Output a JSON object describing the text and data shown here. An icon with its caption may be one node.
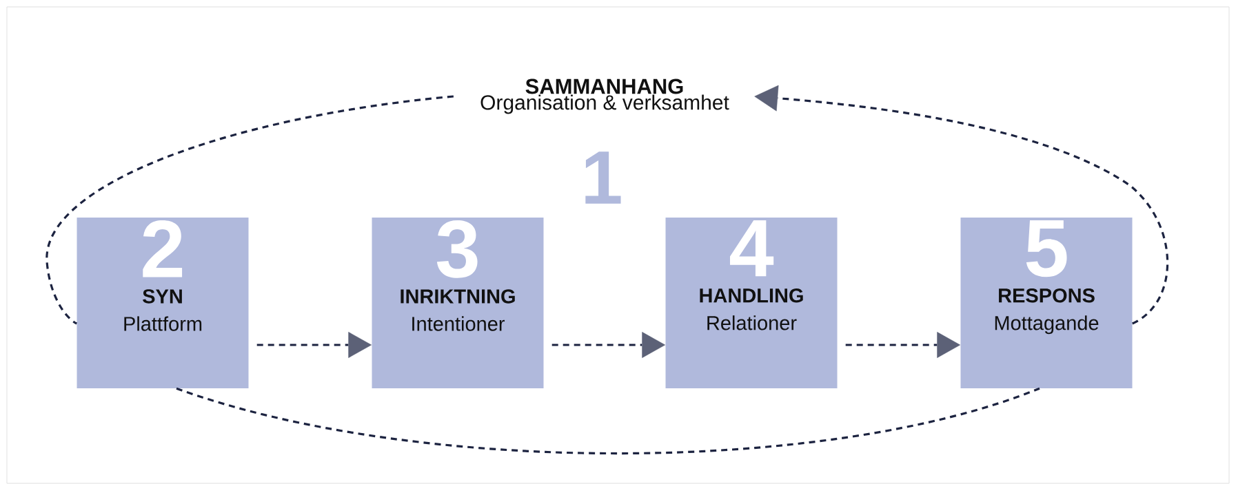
{
  "diagram": {
    "nodes": [
      {
        "text": [
          "SAMMANHANG",
          "Organisation & verksamhet"
        ]
      },
      {
        "text": [
          "2",
          "SYN",
          "Plattform"
        ]
      },
      {
        "text": [
          "3",
          "INRIKTNING",
          "Intentioner"
        ]
      },
      {
        "text": [
          "4",
          "HANDLING",
          "Relationer"
        ]
      },
      {
        "text": [
          "5",
          "RESPONS",
          "Mottagande"
        ]
      }
    ],
    "edges": [
      {
        "from": 0,
        "to": 1,
        "arrow": "none"
      },
      {
        "from": 1,
        "to": 2,
        "arrow": "to"
      },
      {
        "from": 2,
        "to": 3,
        "arrow": "to"
      },
      {
        "from": 3,
        "to": 4,
        "arrow": "to"
      },
      {
        "from": 4,
        "to": 0,
        "arrow": "to"
      },
      {
        "from": 1,
        "to": 4,
        "arrow": "none"
      }
    ],
    "labels": [
      "1"
    ]
  }
}
